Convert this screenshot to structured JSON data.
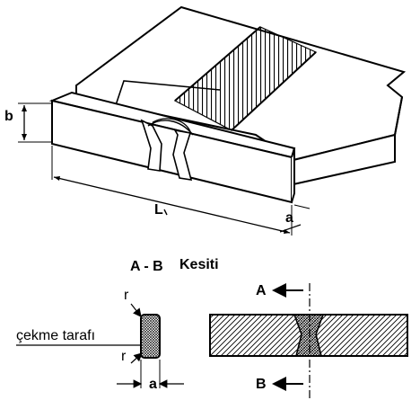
{
  "labels": {
    "b": "b",
    "L": "L",
    "a_top": "a",
    "section_title": "A - B",
    "section_word": "Kesiti",
    "r_top": "r",
    "r_bottom": "r",
    "pull_side": "çekme tarafı",
    "a_bottom": "a",
    "A": "A",
    "B": "B"
  }
}
